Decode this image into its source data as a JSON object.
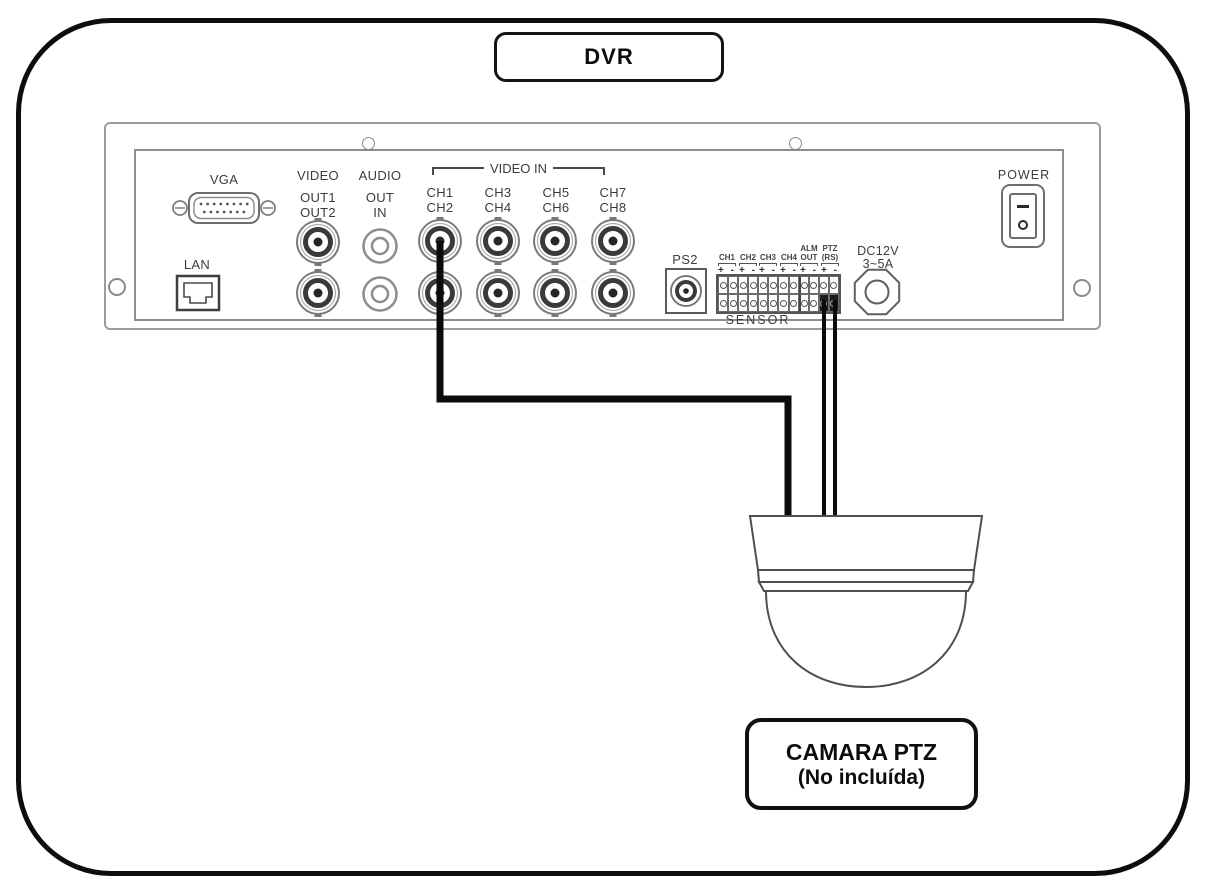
{
  "frame": {
    "dvr_box_label": "DVR"
  },
  "camera": {
    "label_line1": "CAMARA PTZ",
    "label_line2": "(No incluída)"
  },
  "panel": {
    "vga_label": "VGA",
    "lan_label": "LAN",
    "video_out_title": "VIDEO",
    "video_out_line1": "OUT1",
    "video_out_line2": "OUT2",
    "audio_title": "AUDIO",
    "audio_line1": "OUT",
    "audio_line2": "IN",
    "video_in_title": "VIDEO IN",
    "video_in_columns": [
      {
        "top": "CH1",
        "bottom": "CH2"
      },
      {
        "top": "CH3",
        "bottom": "CH4"
      },
      {
        "top": "CH5",
        "bottom": "CH6"
      },
      {
        "top": "CH7",
        "bottom": "CH8"
      }
    ],
    "ps2_label": "PS2",
    "sensor_title": "SENSOR",
    "sensor_groups": [
      {
        "line1": "",
        "line2": "CH1",
        "polarity": "+ -"
      },
      {
        "line1": "",
        "line2": "CH2",
        "polarity": "+ -"
      },
      {
        "line1": "",
        "line2": "CH3",
        "polarity": "+ -"
      },
      {
        "line1": "",
        "line2": "CH4",
        "polarity": "+ -"
      },
      {
        "line1": "ALM",
        "line2": "OUT",
        "polarity": "+ -"
      },
      {
        "line1": "PTZ",
        "line2": "(RS)",
        "polarity": "+ -"
      }
    ],
    "dc_label_line1": "DC12V",
    "dc_label_line2": "3~5A",
    "power_label": "POWER"
  },
  "colors": {
    "outline": "#0d0d0d",
    "panel_line": "#8d8d8d",
    "cable": "#0b0b0b"
  }
}
